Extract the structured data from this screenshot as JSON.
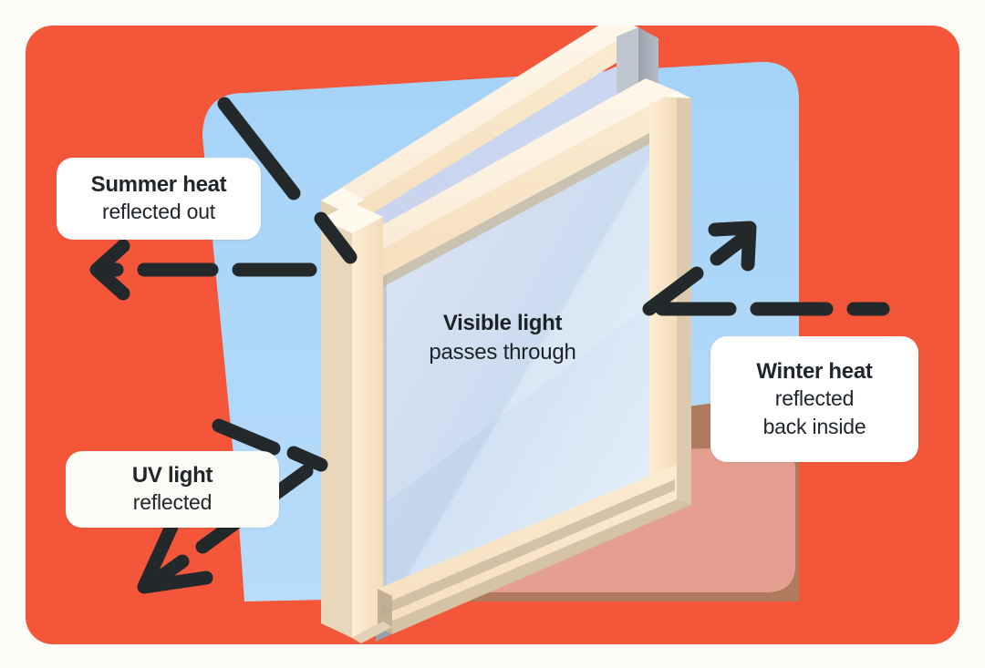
{
  "figure": {
    "type": "diagram",
    "subject": "Low-E insulated double-pane window — radiation behaviour",
    "panel_bg_color": "#F4563A",
    "page_bg_color": "#FCFBF5",
    "ray_color": "#23292A",
    "sky_color": "#A8D5F7",
    "floor_color": "#B07A5E",
    "rug_color": "#E8A196",
    "frame_color": "#F7E4C6"
  },
  "callouts": [
    {
      "id": "summer",
      "title": "Summer heat",
      "subtitle": "reflected out",
      "bg": "#FFFFFF"
    },
    {
      "id": "uv",
      "title": "UV light",
      "subtitle": "reflected",
      "bg": "#FCFBF5"
    },
    {
      "id": "winter",
      "title": "Winter heat",
      "subtitle": "reflected",
      "subtitle2": "back inside",
      "bg": "#FFFFFF"
    }
  ],
  "center_label": {
    "title": "Visible light",
    "subtitle": "passes through"
  },
  "rays": [
    {
      "name": "summer-heat-ray",
      "incoming": "from upper-left, diagonal down-right onto glass",
      "outgoing": "horizontal dashed arrow pointing left",
      "style": "dashed",
      "arrowhead": "left"
    },
    {
      "name": "uv-light-ray",
      "incoming": "from upper-left, diagonal down-right onto glass",
      "outgoing": "diagonal dashed arrow pointing down-left",
      "style": "dashed",
      "arrowhead": "down-left"
    },
    {
      "name": "winter-heat-ray",
      "incoming": "horizontal dashed from right onto glass",
      "outgoing": "diagonal dashed arrow pointing up-right",
      "style": "dashed",
      "arrowhead": "up-right"
    }
  ]
}
